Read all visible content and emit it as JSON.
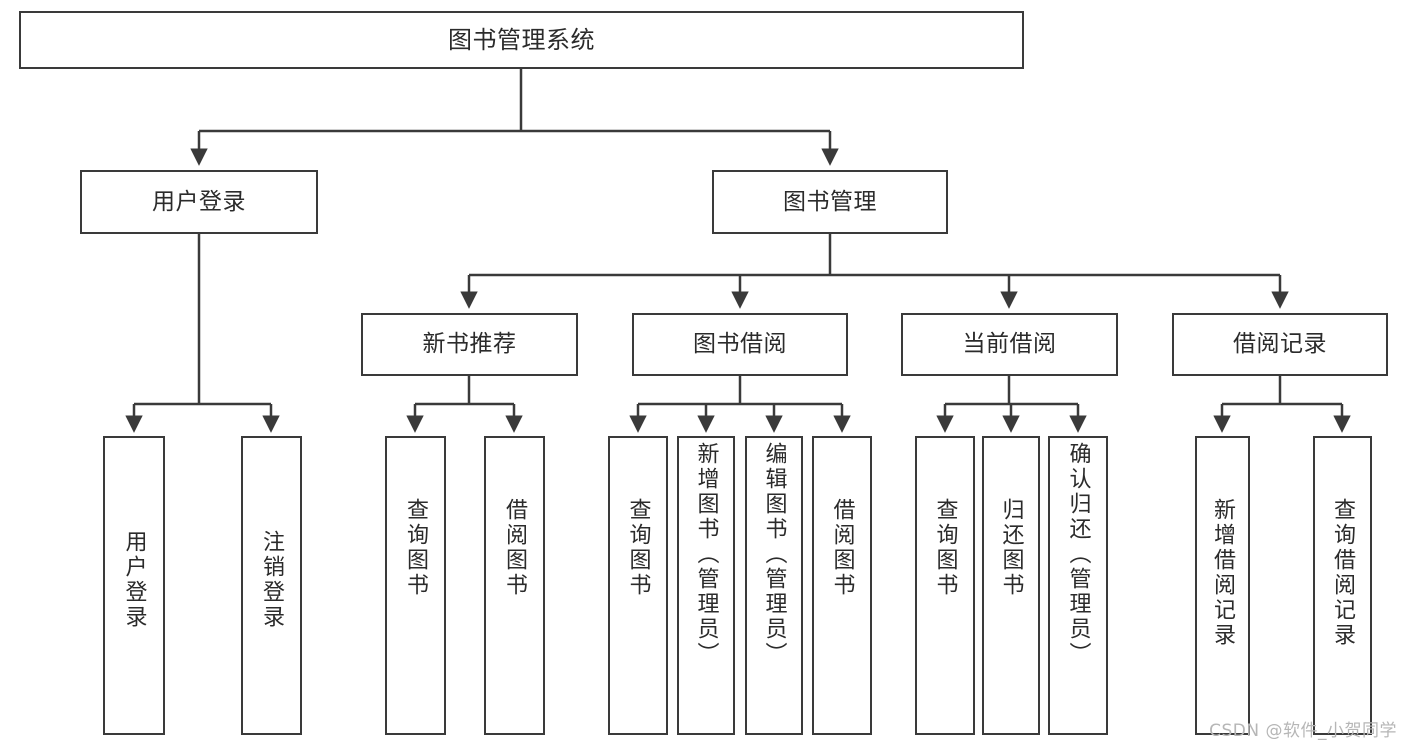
{
  "diagram": {
    "title": "图书管理系统",
    "watermark": "CSDN @软件_小贺同学",
    "line_color": "#3a3a3a",
    "box_fill": "#ffffff",
    "text_color": "#2b2b2b"
  },
  "nodes": {
    "root": {
      "label": "图书管理系统"
    },
    "level2": [
      {
        "label": "用户登录"
      },
      {
        "label": "图书管理"
      }
    ],
    "level3": [
      {
        "label": "新书推荐"
      },
      {
        "label": "图书借阅"
      },
      {
        "label": "当前借阅"
      },
      {
        "label": "借阅记录"
      }
    ],
    "leaves": {
      "user_login": [
        {
          "label": "用户登录"
        },
        {
          "label": "注销登录"
        }
      ],
      "new_book": [
        {
          "label": "查询图书"
        },
        {
          "label": "借阅图书"
        }
      ],
      "borrow_book": [
        {
          "label": "查询图书"
        },
        {
          "label": "新增图书（管理员）"
        },
        {
          "label": "编辑图书（管理员）"
        },
        {
          "label": "借阅图书"
        }
      ],
      "current_borrow": [
        {
          "label": "查询图书"
        },
        {
          "label": "归还图书"
        },
        {
          "label": "确认归还（管理员）"
        }
      ],
      "borrow_record": [
        {
          "label": "新增借阅记录"
        },
        {
          "label": "查询借阅记录"
        }
      ]
    }
  },
  "chart_data": {
    "type": "table",
    "title": "图书管理系统 功能结构图",
    "hierarchy": [
      {
        "level": 1,
        "label": "图书管理系统",
        "children": [
          {
            "level": 2,
            "label": "用户登录",
            "children": [
              {
                "level": 3,
                "label": "用户登录"
              },
              {
                "level": 3,
                "label": "注销登录"
              }
            ]
          },
          {
            "level": 2,
            "label": "图书管理",
            "children": [
              {
                "level": 3,
                "label": "新书推荐",
                "children": [
                  {
                    "level": 4,
                    "label": "查询图书"
                  },
                  {
                    "level": 4,
                    "label": "借阅图书"
                  }
                ]
              },
              {
                "level": 3,
                "label": "图书借阅",
                "children": [
                  {
                    "level": 4,
                    "label": "查询图书"
                  },
                  {
                    "level": 4,
                    "label": "新增图书（管理员）"
                  },
                  {
                    "level": 4,
                    "label": "编辑图书（管理员）"
                  },
                  {
                    "level": 4,
                    "label": "借阅图书"
                  }
                ]
              },
              {
                "level": 3,
                "label": "当前借阅",
                "children": [
                  {
                    "level": 4,
                    "label": "查询图书"
                  },
                  {
                    "level": 4,
                    "label": "归还图书"
                  },
                  {
                    "level": 4,
                    "label": "确认归还（管理员）"
                  }
                ]
              },
              {
                "level": 3,
                "label": "借阅记录",
                "children": [
                  {
                    "level": 4,
                    "label": "新增借阅记录"
                  },
                  {
                    "level": 4,
                    "label": "查询借阅记录"
                  }
                ]
              }
            ]
          }
        ]
      }
    ]
  }
}
